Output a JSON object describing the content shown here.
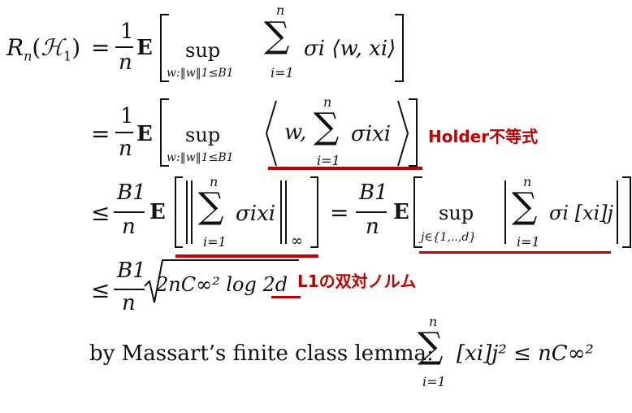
{
  "equation": {
    "lhs": "Rn(H1)",
    "line1": {
      "rel": "=",
      "frac": {
        "num": "1",
        "den": "n"
      },
      "exp": "E",
      "sup_op": "sup",
      "sup_sub": "w:‖w‖1≤B1",
      "sum_top": "n",
      "sum_bottom": "i=1",
      "body": "σi ⟨w, xi⟩"
    },
    "line2": {
      "rel": "=",
      "frac": {
        "num": "1",
        "den": "n"
      },
      "exp": "E",
      "sup_op": "sup",
      "sup_sub": "w:‖w‖1≤B1",
      "inner_w": "w,",
      "sum_top": "n",
      "sum_bottom": "i=1",
      "body": "σixi"
    },
    "line3": {
      "rel": "≤",
      "frac_left": {
        "num": "B1",
        "den": "n"
      },
      "exp_left": "E",
      "sum_top": "n",
      "sum_bottom": "i=1",
      "body_left": "σixi",
      "norm_sub": "∞",
      "mid_rel": "=",
      "frac_right": {
        "num": "B1",
        "den": "n"
      },
      "exp_right": "E",
      "sup_op": "sup",
      "sup_sub": "j∈{1,..,d}",
      "sum2_top": "n",
      "sum2_bottom": "i=1",
      "body_right": "σi [xi]j"
    },
    "line4": {
      "rel": "≤",
      "frac": {
        "num": "B1",
        "den": "n"
      },
      "sqrt_body": "2nC∞² log 2d"
    },
    "line5": {
      "text": "by Massart’s finite class lemma:",
      "sum_top": "n",
      "sum_bottom": "i=1",
      "body": "[xi]j² ≤ nC∞²"
    }
  },
  "annotations": {
    "holder": "Holder不等式",
    "dual_norm": "L1の双対ノルム"
  },
  "colors": {
    "annotation": "#c00000",
    "text": "#111111"
  }
}
